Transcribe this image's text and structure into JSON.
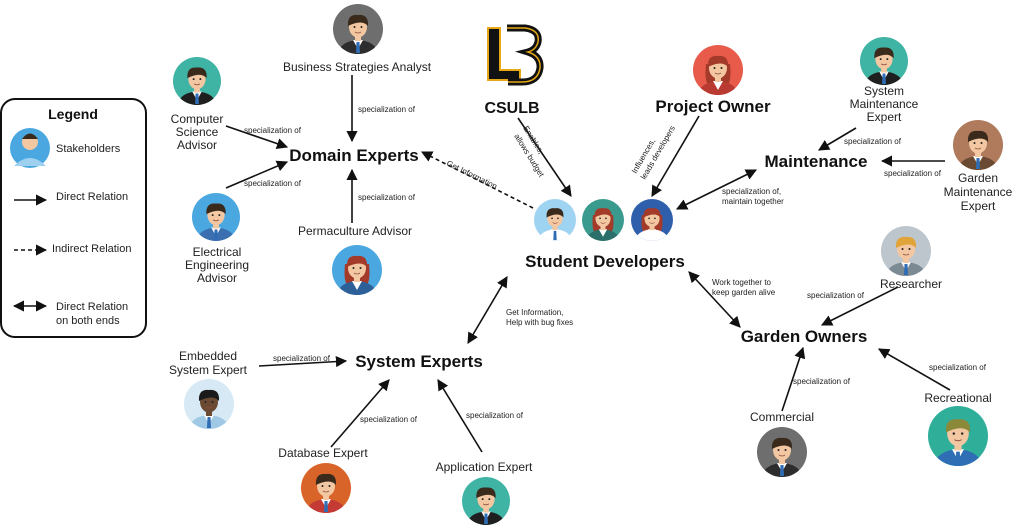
{
  "legend": {
    "title": "Legend",
    "stakeholders": "Stakeholders",
    "direct": "Direct Relation",
    "indirect": "Indirect Relation",
    "both_line1": "Direct Relation",
    "both_line2": "on both ends"
  },
  "hubs": {
    "domain_experts": "Domain Experts",
    "system_experts": "System Experts",
    "student_developers": "Student Developers",
    "project_owner": "Project Owner",
    "maintenance": "Maintenance",
    "garden_owners": "Garden Owners",
    "csulb": "CSULB"
  },
  "roles": {
    "business_analyst": "Business Strategies Analyst",
    "cs_advisor": [
      "Computer",
      "Science",
      "Advisor"
    ],
    "ee_advisor": [
      "Electrical",
      "Engineering",
      "Advisor"
    ],
    "permaculture": "Permaculture Advisor",
    "embedded": [
      "Embedded",
      "System Expert"
    ],
    "database": "Database Expert",
    "application": "Application Expert",
    "sys_maint": [
      "System",
      "Maintenance",
      "Expert"
    ],
    "garden_maint": [
      "Garden",
      "Maintenance",
      "Expert"
    ],
    "researcher": "Researcher",
    "commercial": "Commercial",
    "recreational": "Recreational"
  },
  "edge_labels": {
    "spec": "specialization of",
    "get_info": "Get Information",
    "enables": [
      "Enables,",
      "allows budget"
    ],
    "influences": [
      "Influences,",
      "leads developers"
    ],
    "spec_maintain": [
      "specialization of,",
      "maintain together"
    ],
    "work_together": [
      "Work together to",
      "keep garden alive"
    ],
    "help_bugs": [
      "Get Information,",
      "Help with bug fixes"
    ]
  },
  "colors": {
    "male_hair": "#3a2a1c",
    "female_hair": "#a33a2a",
    "teal_bg": "#3fb3a4",
    "blue_bg": "#4aa7e0"
  }
}
